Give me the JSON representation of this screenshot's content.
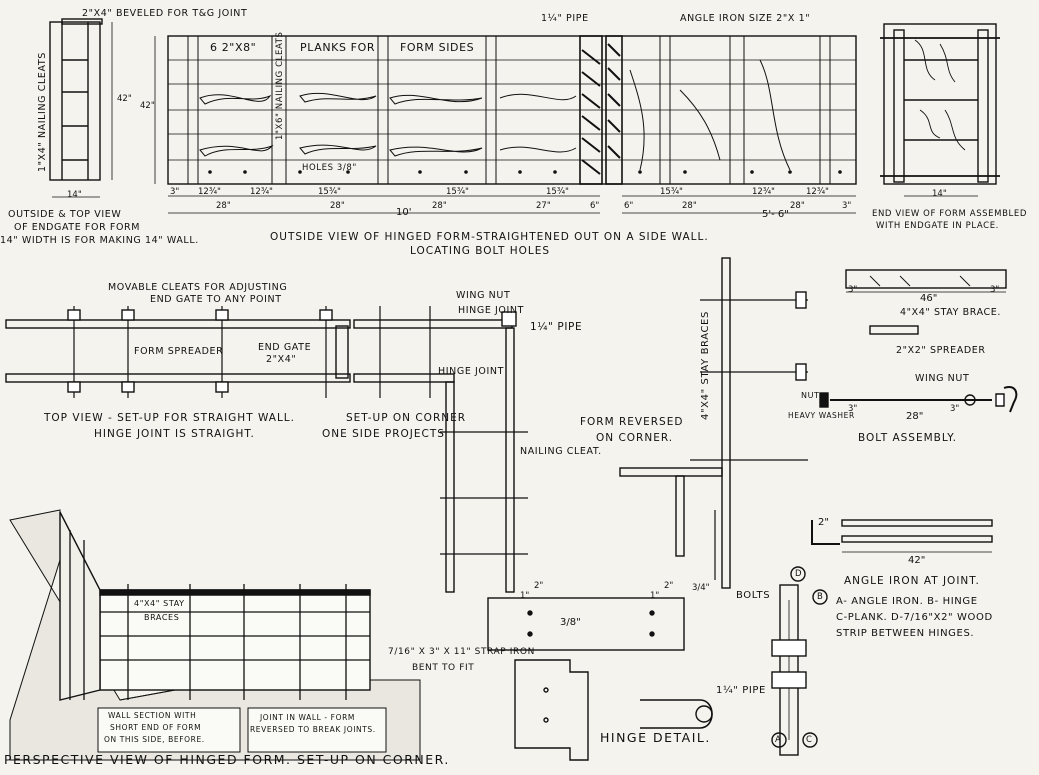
{
  "top": {
    "bevel_note": "2\"x4\" Beveled For T&G Joint",
    "pipe_label": "1¼\" Pipe",
    "angle_iron_size": "Angle Iron Size 2\"x 1\"",
    "planks_left": "6  2\"x8\"",
    "planks_mid": "Planks For",
    "planks_right": "Form Sides",
    "nailing_cleats": "1\"x6\" Nailing Cleats",
    "endgate_cleats": "1\"x4\" Nailing Cleats",
    "holes": "Holes 3/8\"",
    "h42_a": "42\"",
    "h42_b": "42\"",
    "w14_a": "14\"",
    "w14_b": "14\"",
    "dims_left": [
      "3\"",
      "12¾\"",
      "12¾\"",
      "15¾\"",
      "15¾\"",
      "15¾\""
    ],
    "dims_28": [
      "28\"",
      "28\"",
      "28\"",
      "27\""
    ],
    "dims_6": [
      "6\"",
      "6\""
    ],
    "dims_right": [
      "15¾\"",
      "12¾\"",
      "12¾\"",
      "3\""
    ],
    "dims_28_right": [
      "28\"",
      "28\""
    ],
    "ten_ft": "10'",
    "five_six": "5'- 6\"",
    "endgate_caption_1": "Outside & Top View",
    "endgate_caption_2": "Of Endgate For Form",
    "endgate_caption_3": "14\" Width Is For Making 14\" Wall.",
    "main_caption_1": "Outside View Of Hinged Form-Straightened Out On A Side Wall.",
    "main_caption_2": "Locating Bolt Holes",
    "end_view_caption_1": "End View Of Form Assembled",
    "end_view_caption_2": "With Endgate In Place."
  },
  "middle": {
    "movable_cleats_1": "Movable Cleats For Adjusting",
    "movable_cleats_2": "End Gate To Any Point",
    "form_spreader": "Form Spreader",
    "end_gate": "End Gate",
    "end_gate_size": "2\"x4\"",
    "top_view_caption_1": "Top View - Set-up For Straight Wall.",
    "top_view_caption_2": "Hinge Joint Is Straight.",
    "wing_nut": "Wing Nut",
    "hinge_joint": "Hinge Joint",
    "hinge_joint_2": "Hinge Joint",
    "pipe": "1¼\" Pipe",
    "corner_caption_1": "Set-up On Corner",
    "corner_caption_2": "One Side Projects",
    "nailing_cleat": "Nailing Cleat.",
    "stay_braces": "4\"x4\" Stay Braces",
    "form_reversed_1": "Form Reversed",
    "form_reversed_2": "On Corner.",
    "stay_brace_46": "46\"",
    "stay_brace_3a": "3\"",
    "stay_brace_3b": "3\"",
    "stay_brace": "4\"x4\" Stay Brace.",
    "spreader": "2\"x2\"  Spreader",
    "wing_nut_2": "Wing Nut",
    "nut": "Nut",
    "heavy_washer": "Heavy Washer",
    "bolt_3a": "3\"",
    "bolt_28": "28\"",
    "bolt_3b": "3\"",
    "bolt_assembly": "Bolt Assembly."
  },
  "bottom": {
    "stay_braces_1": "4\"x4\" Stay",
    "stay_braces_2": "Braces",
    "wall_section_1": "Wall Section With",
    "wall_section_2": "Short End Of Form",
    "wall_section_3": "On This Side, Before.",
    "joint_1": "Joint In Wall - Form",
    "joint_2": "Reversed To Break Joints.",
    "perspective_caption": "Perspective View Of Hinged Form. Set-up On Corner.",
    "strap_iron_1": "7/16\" x 3\" x 11\" Strap Iron",
    "strap_iron_2": "Bent To Fit",
    "hinge_2a": "2\"",
    "hinge_2b": "2\"",
    "hinge_1a": "1\"",
    "hinge_1b": "1\"",
    "hinge_38": "3/8\"",
    "hinge_34": "3/4\"",
    "pipe_small": "1¼\" Pipe",
    "hinge_detail": "Hinge Detail.",
    "angle_2": "2\"",
    "angle_42": "42\"",
    "angle_joint": "Angle Iron At Joint.",
    "bolts": "Bolts",
    "legend_1": "A- Angle Iron. B- Hinge",
    "legend_2": "C-Plank. D-7/16\"x2\" Wood",
    "legend_3": "Strip Between Hinges.",
    "mark_a": "A",
    "mark_b": "B",
    "mark_c": "C",
    "mark_d": "D"
  },
  "colors": {
    "ink": "#111111",
    "paper": "#f4f3ee"
  }
}
